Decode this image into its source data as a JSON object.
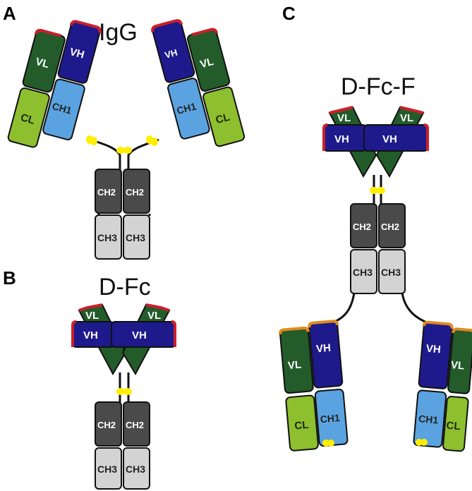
{
  "panels": {
    "a": {
      "letter": "A",
      "title": "IgG"
    },
    "b": {
      "letter": "B",
      "title": "D-Fc"
    },
    "c": {
      "letter": "C",
      "title": "D-Fc-F"
    }
  },
  "labels": {
    "vh": "VH",
    "vl": "VL",
    "ch1": "CH1",
    "cl": "CL",
    "ch2": "CH2",
    "ch3": "CH3"
  },
  "colors": {
    "vh": "#1e1a8c",
    "vl": "#235c2a",
    "ch1": "#5ba3e0",
    "cl": "#8dbf2e",
    "ch2": "#4a4a4a",
    "ch3": "#d3d3d3",
    "disulfide": "#ffee00",
    "cdr_red": "#cc1f2a",
    "cdr_orange": "#e08a1e"
  }
}
